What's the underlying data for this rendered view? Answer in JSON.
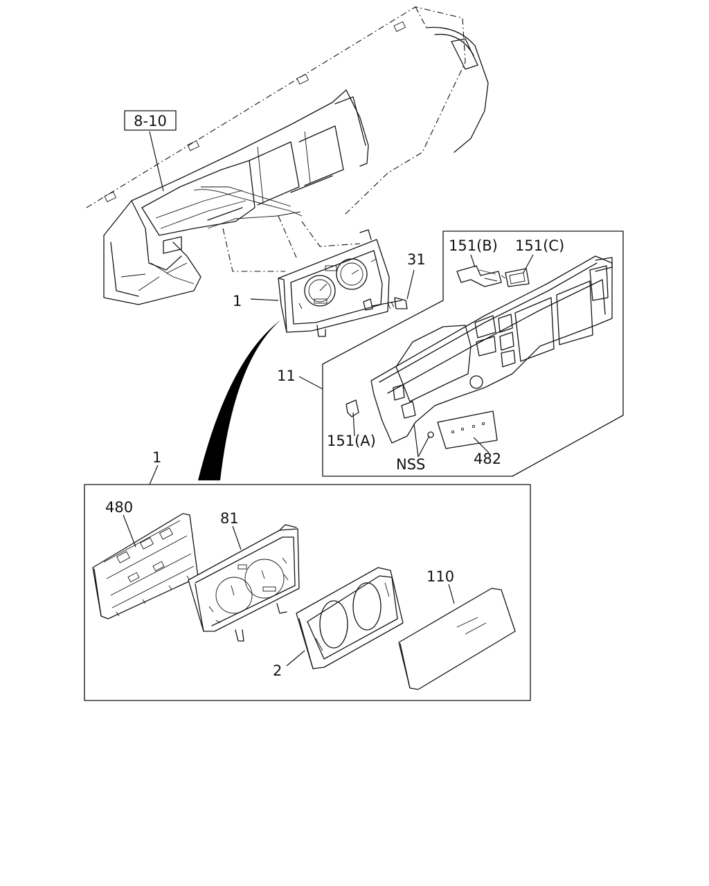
{
  "callouts": {
    "ref_8_10": "8-10",
    "part_1_top": "1",
    "part_31": "31",
    "part_151b": "151(B)",
    "part_151c": "151(C)",
    "part_11": "11",
    "part_151a": "151(A)",
    "part_nss": "NSS",
    "part_482": "482",
    "part_1_box": "1",
    "part_480": "480",
    "part_81": "81",
    "part_110": "110",
    "part_2": "2"
  }
}
